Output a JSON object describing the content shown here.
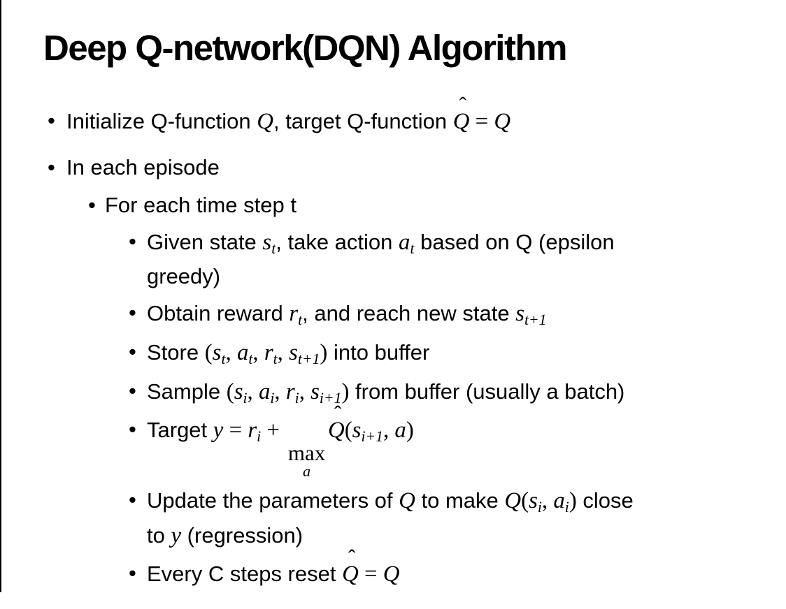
{
  "slide": {
    "title": "Deep Q-network(DQN) Algorithm",
    "bullet_glyph": "•",
    "colors": {
      "text": "#000000",
      "background": "#ffffff",
      "edge_line": "#000000"
    },
    "bullets": [
      {
        "level": 1,
        "segments": [
          {
            "t": "text",
            "v": "Initialize Q-function "
          },
          {
            "t": "mi",
            "v": "Q"
          },
          {
            "t": "text",
            "v": ", target Q-function "
          },
          {
            "t": "mhat",
            "v": "Q"
          },
          {
            "t": "mo",
            "v": " = "
          },
          {
            "t": "mi",
            "v": "Q"
          }
        ]
      },
      {
        "level": 1,
        "tight": true,
        "segments": [
          {
            "t": "text",
            "v": "In each episode"
          }
        ]
      },
      {
        "level": 2,
        "segments": [
          {
            "t": "text",
            "v": "For each time step t"
          }
        ]
      },
      {
        "level": 3,
        "segments": [
          {
            "t": "text",
            "v": "Given state "
          },
          {
            "t": "mi",
            "v": "s"
          },
          {
            "t": "msub",
            "v": "t"
          },
          {
            "t": "text",
            "v": ", take action "
          },
          {
            "t": "mi",
            "v": "a"
          },
          {
            "t": "msub",
            "v": "t"
          },
          {
            "t": "text",
            "v": " based on Q (epsilon"
          },
          {
            "t": "br"
          },
          {
            "t": "text",
            "v": "greedy)"
          }
        ]
      },
      {
        "level": 3,
        "segments": [
          {
            "t": "text",
            "v": "Obtain reward "
          },
          {
            "t": "mi",
            "v": "r"
          },
          {
            "t": "msub",
            "v": "t"
          },
          {
            "t": "text",
            "v": ", and reach new state "
          },
          {
            "t": "mi",
            "v": "s"
          },
          {
            "t": "msub",
            "v": "t+1"
          }
        ]
      },
      {
        "level": 3,
        "segments": [
          {
            "t": "text",
            "v": "Store "
          },
          {
            "t": "mo",
            "v": "("
          },
          {
            "t": "mi",
            "v": "s"
          },
          {
            "t": "msub",
            "v": "t"
          },
          {
            "t": "mo",
            "v": ", "
          },
          {
            "t": "mi",
            "v": "a"
          },
          {
            "t": "msub",
            "v": "t"
          },
          {
            "t": "mo",
            "v": ", "
          },
          {
            "t": "mi",
            "v": "r"
          },
          {
            "t": "msub",
            "v": "t"
          },
          {
            "t": "mo",
            "v": ", "
          },
          {
            "t": "mi",
            "v": "s"
          },
          {
            "t": "msub",
            "v": "t+1"
          },
          {
            "t": "mo",
            "v": ")"
          },
          {
            "t": "text",
            "v": " into buffer"
          }
        ]
      },
      {
        "level": 3,
        "segments": [
          {
            "t": "text",
            "v": "Sample "
          },
          {
            "t": "mo",
            "v": "("
          },
          {
            "t": "mi",
            "v": "s"
          },
          {
            "t": "msub",
            "v": "i"
          },
          {
            "t": "mo",
            "v": ", "
          },
          {
            "t": "mi",
            "v": "a"
          },
          {
            "t": "msub",
            "v": "i"
          },
          {
            "t": "mo",
            "v": ", "
          },
          {
            "t": "mi",
            "v": "r"
          },
          {
            "t": "msub",
            "v": "i"
          },
          {
            "t": "mo",
            "v": ", "
          },
          {
            "t": "mi",
            "v": "s"
          },
          {
            "t": "msub",
            "v": "i+1"
          },
          {
            "t": "mo",
            "v": ")"
          },
          {
            "t": "text",
            "v": " from buffer (usually a batch)"
          }
        ]
      },
      {
        "level": 3,
        "segments": [
          {
            "t": "text",
            "v": "Target "
          },
          {
            "t": "mi",
            "v": "y"
          },
          {
            "t": "mo",
            "v": " = "
          },
          {
            "t": "mi",
            "v": "r"
          },
          {
            "t": "msub",
            "v": "i"
          },
          {
            "t": "mo",
            "v": " + "
          },
          {
            "t": "munder",
            "top": "max",
            "bottom": "a"
          },
          {
            "t": "mhat",
            "v": "Q"
          },
          {
            "t": "mo",
            "v": "("
          },
          {
            "t": "mi",
            "v": "s"
          },
          {
            "t": "msub",
            "v": "i+1"
          },
          {
            "t": "mo",
            "v": ", "
          },
          {
            "t": "mi",
            "v": "a"
          },
          {
            "t": "mo",
            "v": ")"
          }
        ]
      },
      {
        "level": 3,
        "segments": [
          {
            "t": "text",
            "v": "Update the parameters of "
          },
          {
            "t": "mi",
            "v": "Q"
          },
          {
            "t": "text",
            "v": " to make "
          },
          {
            "t": "mi",
            "v": "Q"
          },
          {
            "t": "mo",
            "v": "("
          },
          {
            "t": "mi",
            "v": "s"
          },
          {
            "t": "msub",
            "v": "i"
          },
          {
            "t": "mo",
            "v": ", "
          },
          {
            "t": "mi",
            "v": "a"
          },
          {
            "t": "msub",
            "v": "i"
          },
          {
            "t": "mo",
            "v": ")"
          },
          {
            "t": "text",
            "v": " close"
          },
          {
            "t": "br"
          },
          {
            "t": "text",
            "v": "to "
          },
          {
            "t": "mi",
            "v": "y"
          },
          {
            "t": "text",
            "v": " (regression)"
          }
        ]
      },
      {
        "level": 3,
        "segments": [
          {
            "t": "text",
            "v": "Every C steps reset "
          },
          {
            "t": "mhat",
            "v": "Q"
          },
          {
            "t": "mo",
            "v": " = "
          },
          {
            "t": "mi",
            "v": "Q"
          }
        ]
      }
    ]
  }
}
